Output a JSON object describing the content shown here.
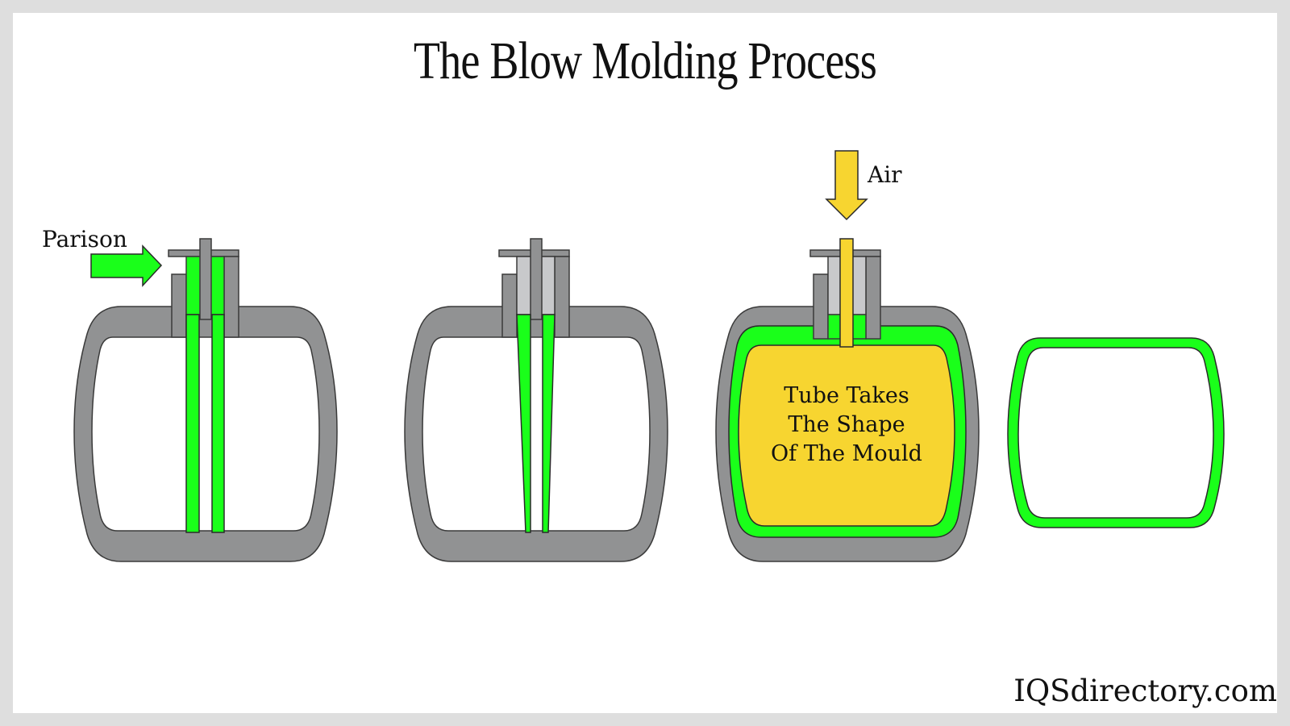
{
  "title": "The Blow Molding Process",
  "labels": {
    "parison": "Parison",
    "air": "Air",
    "mould_text": [
      "Tube Takes",
      "The Shape",
      "Of The Mould"
    ]
  },
  "watermark": "IQSdirectory.com",
  "colors": {
    "background": "#dedede",
    "mould": "#919293",
    "mould_stroke": "#3a3a3a",
    "parison": "#1aff1a",
    "air": "#f7d530",
    "nozzle": "#c8c9cb"
  },
  "icons": [
    "parison-arrow-icon",
    "air-arrow-icon"
  ]
}
